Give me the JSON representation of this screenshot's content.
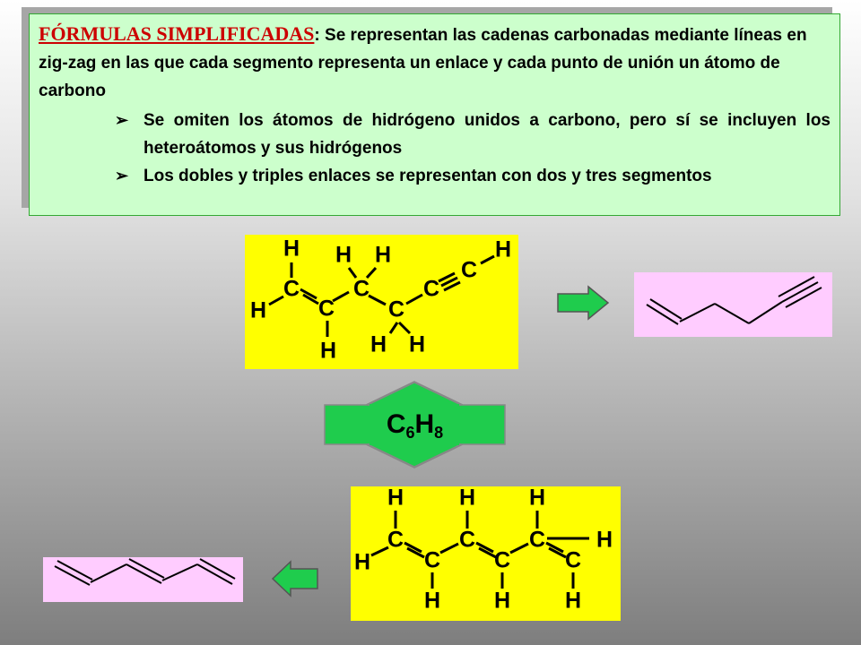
{
  "text_box": {
    "heading": "FÓRMULAS SIMPLIFICADAS",
    "intro": ": Se representan las cadenas carbonadas mediante líneas en zig-zag en las que cada segmento representa un enlace y cada  punto de unión un átomo de carbono",
    "bullet_icon": "arrowhead-bullet-icon",
    "bullets": [
      "Se omiten los átomos de hidrógeno unidos a carbono, pero sí se incluyen los heteroátomos y sus hidrógenos",
      "Los dobles y triples enlaces se representan con dos y tres segmentos"
    ]
  },
  "colors": {
    "text_box_bg": "#ccffcc",
    "heading": "#cc0000",
    "structure_bg": "#ffff00",
    "skeletal_bg": "#ffccff",
    "arrow_fill": "#1fcc4d"
  },
  "formula": {
    "element1": "C",
    "count1": "6",
    "element2": "H",
    "count2": "8"
  },
  "top_structure": {
    "atoms": [
      "H",
      "H",
      "H",
      "H",
      "C",
      "C",
      "C",
      "H",
      "C",
      "C",
      "H",
      "H",
      "H"
    ]
  },
  "bottom_structure": {
    "atoms": [
      "H",
      "H",
      "H",
      "C",
      "C",
      "C",
      "H",
      "H",
      "C",
      "C",
      "C",
      "H",
      "H",
      "H"
    ]
  }
}
